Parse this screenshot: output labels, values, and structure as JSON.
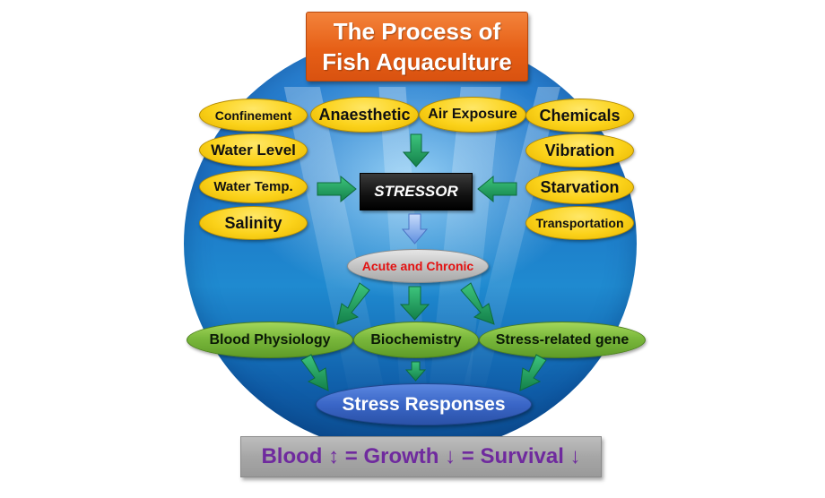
{
  "title": {
    "line1": "The Process of",
    "line2": "Fish Aquaculture"
  },
  "stressors_left": [
    "Confinement",
    "Water Level",
    "Water Temp.",
    "Salinity"
  ],
  "stressors_top": [
    "Anaesthetic",
    "Air Exposure"
  ],
  "stressors_right": [
    "Chemicals",
    "Vibration",
    "Starvation",
    "Transportation"
  ],
  "center": "STRESSOR",
  "type": "Acute and Chronic",
  "responses": [
    "Blood Physiology",
    "Biochemistry",
    "Stress-related gene"
  ],
  "result": "Stress Responses",
  "summary": "Blood ↕ = Growth ↓ = Survival ↓",
  "colors": {
    "title_bg": "#e65f16",
    "stressor_pill": "#fbd21a",
    "response_pill": "#7ab83c",
    "result_pill": "#3a66c7",
    "arrow_green": "#1e9a5a",
    "arrow_blue": "#7da6e8",
    "type_text": "#e31212",
    "summary_text": "#6f2a9e"
  }
}
